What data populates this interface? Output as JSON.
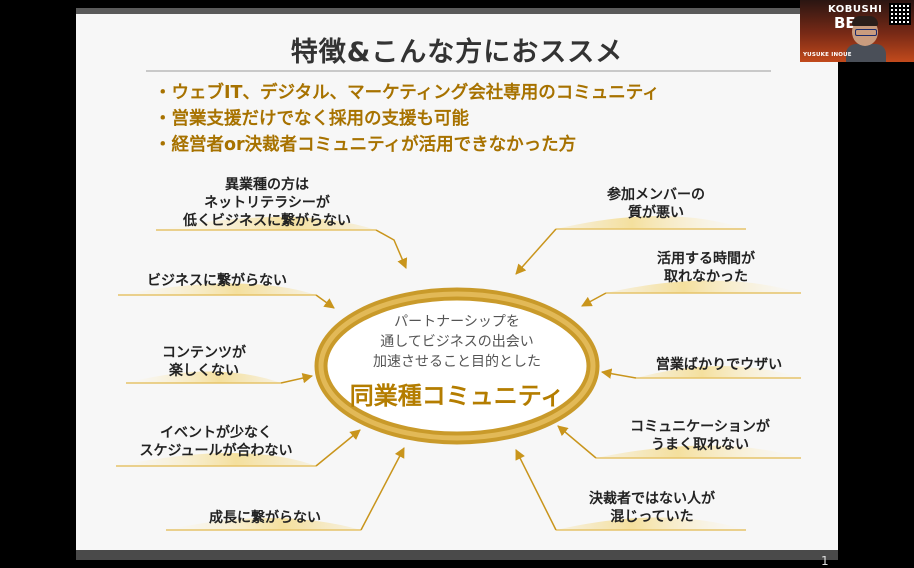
{
  "slide": {
    "title": "特徴&こんな方におススメ",
    "bullets": [
      "・ウェブIT、デジタル、マーケティング会社専用のコミュニティ",
      "・営業支援だけでなく採用の支援も可能",
      "・経営者or決裁者コミュニティが活用できなかった方"
    ],
    "center": {
      "sub_line1": "パートナーシップを",
      "sub_line2": "通してビジネスの出会い",
      "sub_line3": "加速させること目的とした",
      "main": "同業種コミュニティ"
    },
    "left_items": [
      {
        "line1": "異業種の方は",
        "line2": "ネットリテラシーが",
        "line3": "低くビジネスに繋がらない"
      },
      {
        "line1": "ビジネスに繋がらない"
      },
      {
        "line1": "コンテンツが",
        "line2": "楽しくない"
      },
      {
        "line1": "イベントが少なく",
        "line2": "スケジュールが合わない"
      },
      {
        "line1": "成長に繋がらない"
      }
    ],
    "right_items": [
      {
        "line1": "参加メンバーの",
        "line2": "質が悪い"
      },
      {
        "line1": "活用する時間が",
        "line2": "取れなかった"
      },
      {
        "line1": "営業ばかりでウザい"
      },
      {
        "line1": "コミュニケーションが",
        "line2": "うまく取れない"
      },
      {
        "line1": "決裁者ではない人が",
        "line2": "混じっていた"
      }
    ],
    "page_number": "1",
    "colors": {
      "accent": "#b47d00",
      "ring": "#d1a02a",
      "text": "#222222"
    }
  },
  "camera": {
    "logo_line1": "KOBUSHI",
    "logo_line2": "BE",
    "presenter_name": "YUSUKE INOUE"
  }
}
